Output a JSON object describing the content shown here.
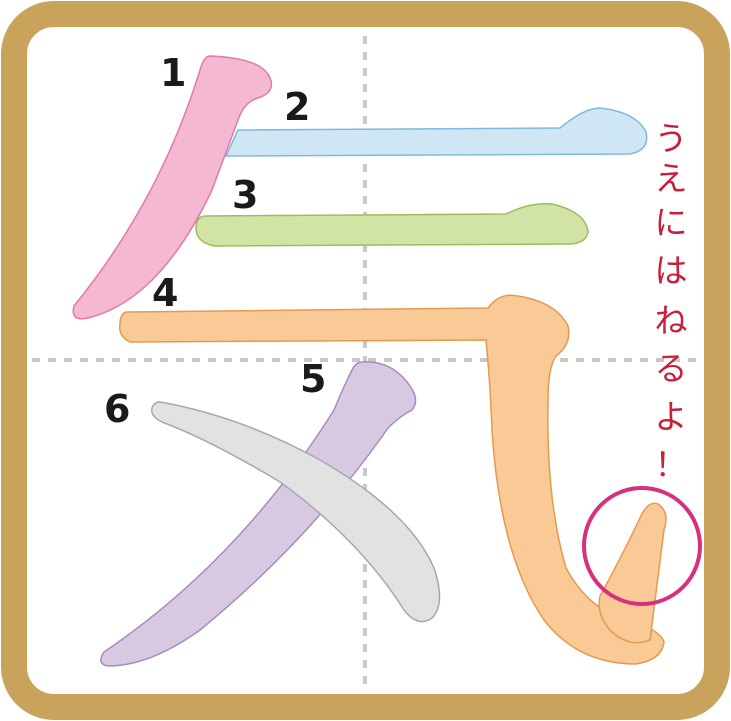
{
  "character": "気",
  "stroke_count": 6,
  "stroke_numbers": [
    "1",
    "2",
    "3",
    "4",
    "5",
    "6"
  ],
  "annotation": {
    "text_chars": [
      "う",
      "え",
      "に",
      "は",
      "ね",
      "る",
      "よ",
      "！"
    ],
    "color": "#c8203a",
    "circle_color": "#d6317f"
  },
  "colors": {
    "frame": "#c9a35c",
    "guide": "#c8c8c8",
    "stroke_1": "#f4b8d2",
    "stroke_2": "#cfe6f4",
    "stroke_3": "#d2e3a6",
    "stroke_4": "#f9c996",
    "stroke_5": "#d8c9e3",
    "stroke_6": "#e2e2e2"
  }
}
